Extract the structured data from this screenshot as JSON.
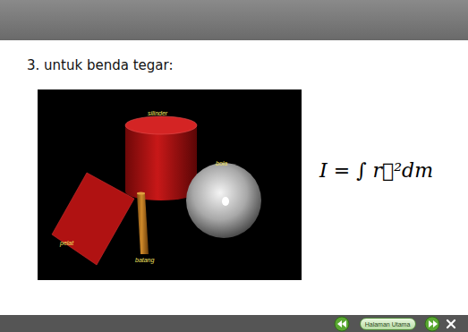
{
  "diagram": {
    "title": "3. untuk benda tegar:",
    "nodes": [
      {
        "text": [
          "Halaman Utama"
        ]
      }
    ],
    "labels": [
      "silinder",
      "bola",
      "pelat",
      "batang",
      "I = ∫ r⃗²dm"
    ]
  }
}
